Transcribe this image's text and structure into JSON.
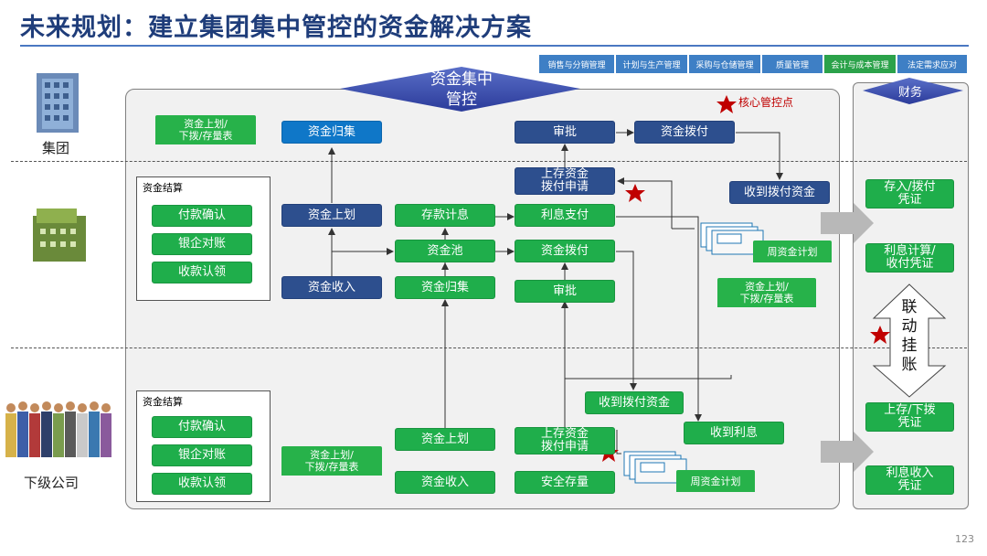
{
  "title": "未来规划：建立集团集中管控的资金解决方案",
  "page_number": "123",
  "entities": {
    "group": "集团",
    "sub": "下级公司"
  },
  "center_label": "资金集中\n管控",
  "finance_label": "财务",
  "legend": "核心管控点",
  "tabs": [
    "销售与分销管理",
    "计划与生产管理",
    "采购与仓储管理",
    "质量管理",
    "会计与成本管理",
    "法定需求应对"
  ],
  "settlement": {
    "title": "资金结算",
    "items": [
      "付款确认",
      "银企对账",
      "收款认领"
    ]
  },
  "boxes": {
    "note1": "资金上划/\n下拨/存量表",
    "gather_top": "资金归集",
    "approve_top": "审批",
    "disburse_top": "资金拨付",
    "upper_deposit_top": "上存资金\n拨付申请",
    "receive_disb_fund": "收到拨付资金",
    "up_transfer_mid": "资金上划",
    "deposit_interest": "存款计息",
    "interest_pay": "利息支付",
    "fund_pool": "资金池",
    "fund_disburse_mid": "资金拨付",
    "weekly_plan_1": "周资金计划",
    "fund_income_mid": "资金收入",
    "gather_mid": "资金归集",
    "approve_mid": "审批",
    "note2": "资金上划/\n下拨/存量表",
    "receive_disb_low": "收到拨付资金",
    "receive_interest": "收到利息",
    "up_transfer_low": "资金上划",
    "upper_deposit_low": "上存资金\n拨付申请",
    "note3": "资金上划/\n下拨/存量表",
    "fund_income_low": "资金收入",
    "safe_deposit": "安全存量",
    "weekly_plan_2": "周资金计划"
  },
  "finance": {
    "deposit_voucher": "存入/拨付\n凭证",
    "interest_voucher": "利息计算/\n收付凭证",
    "linked": "联\n动\n挂\n账",
    "upper_voucher": "上存/下拨\n凭证",
    "interest_income": "利息收入\n凭证"
  }
}
